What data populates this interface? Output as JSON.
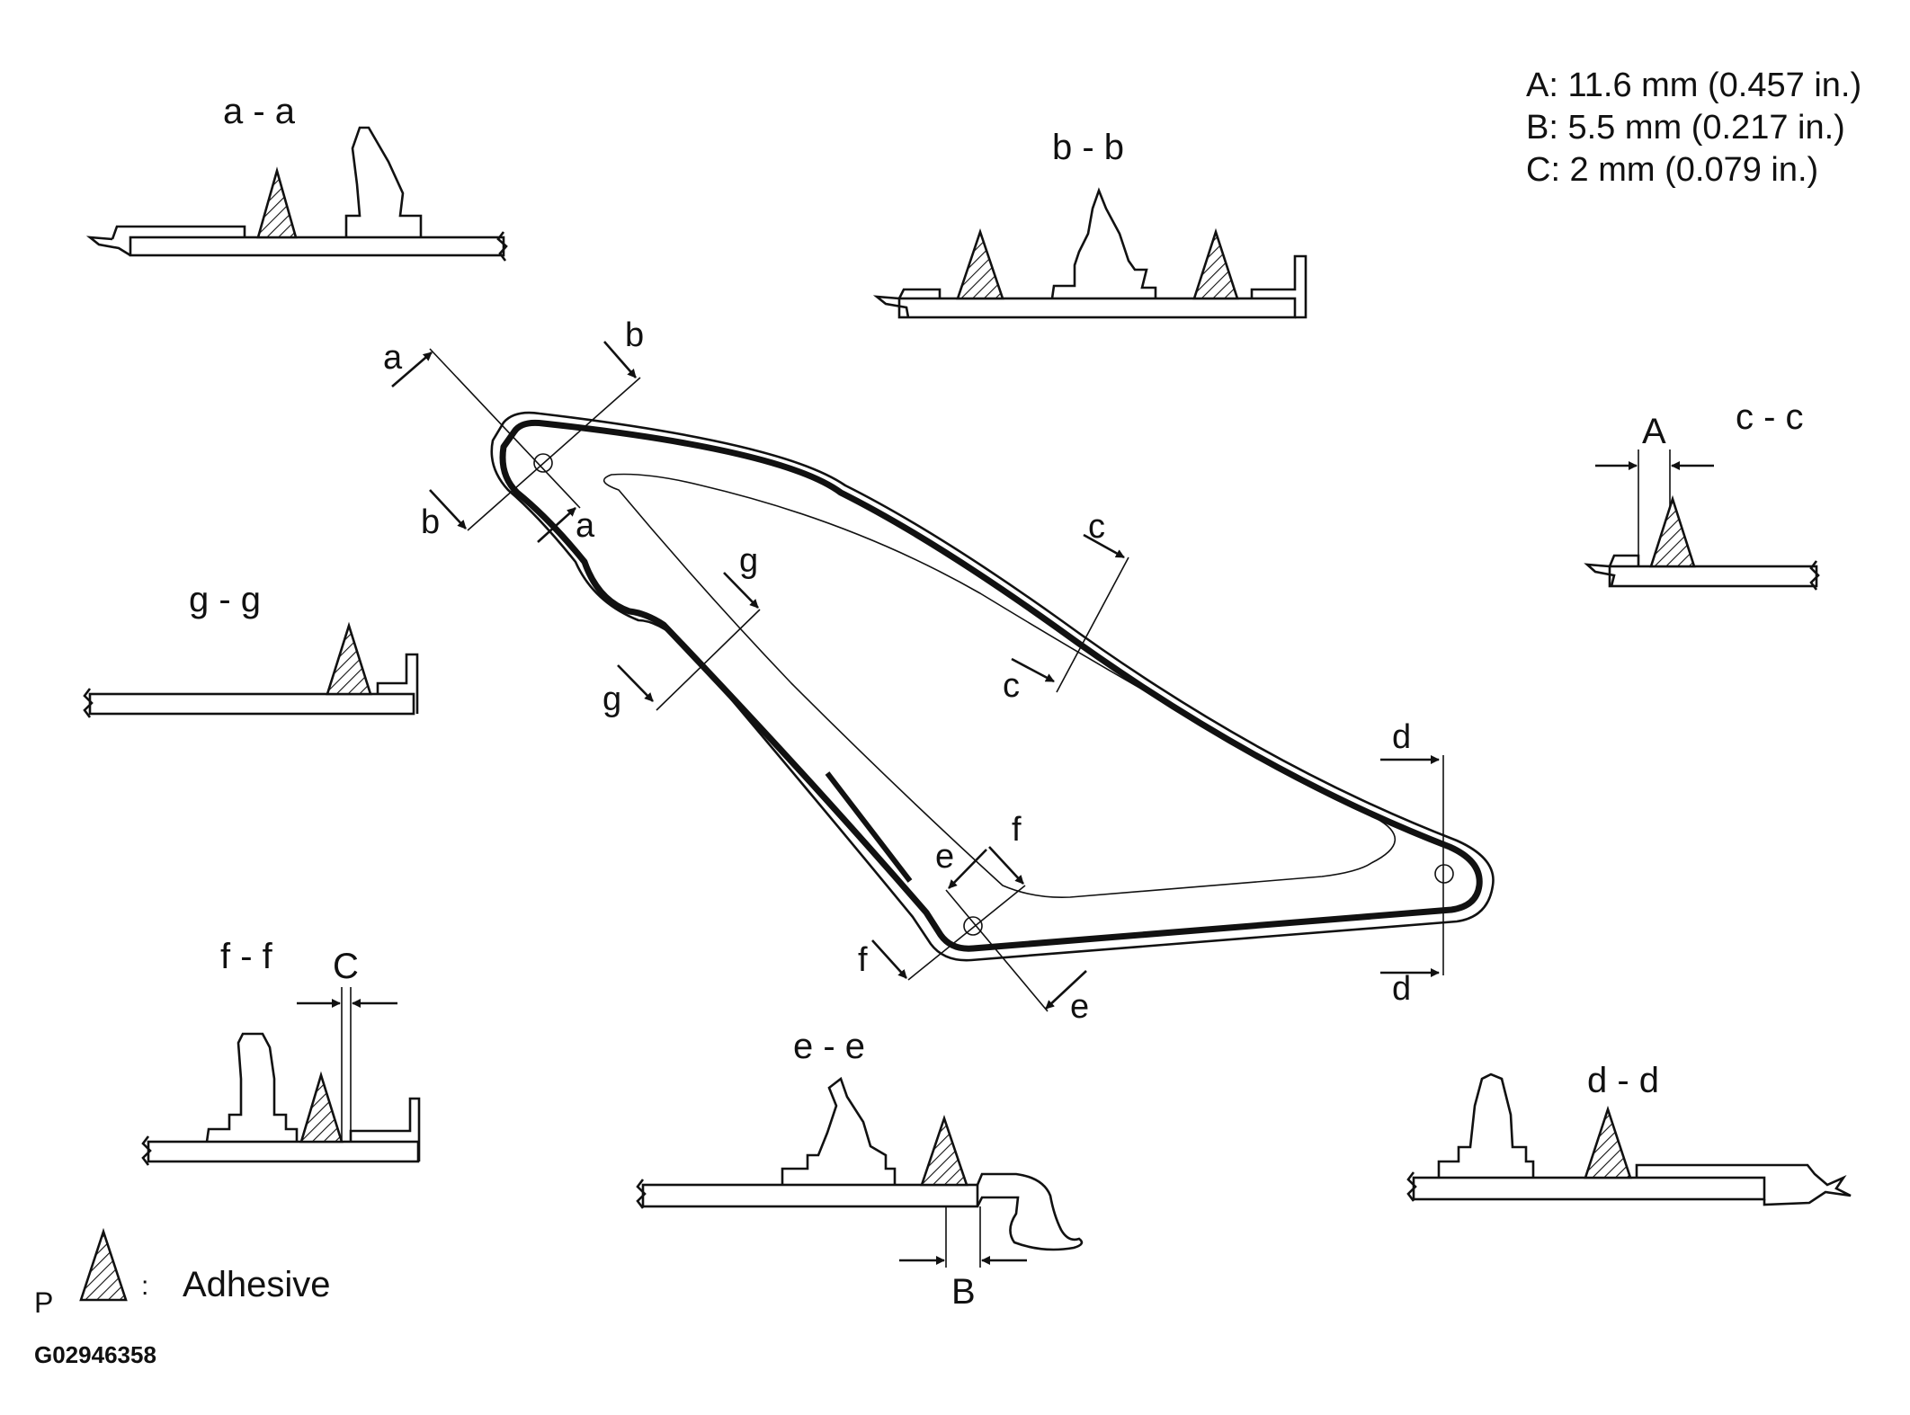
{
  "specs": {
    "a": "A: 11.6 mm (0.457 in.)",
    "b": "B: 5.5 mm (0.217 in.)",
    "c": "C: 2 mm (0.079 in.)"
  },
  "sections": {
    "aa": "a - a",
    "bb": "b - b",
    "cc": "c - c",
    "dd": "d - d",
    "ee": "e - e",
    "ff": "f - f",
    "gg": "g - g"
  },
  "cut_labels": {
    "a": "a",
    "b": "b",
    "c": "c",
    "d": "d",
    "e": "e",
    "f": "f",
    "g": "g"
  },
  "dimension_labels": {
    "A": "A",
    "B": "B",
    "C": "C"
  },
  "legend": {
    "prefix": "P",
    "colon": ":",
    "label": "Adhesive"
  },
  "figure_id": "G02946358"
}
